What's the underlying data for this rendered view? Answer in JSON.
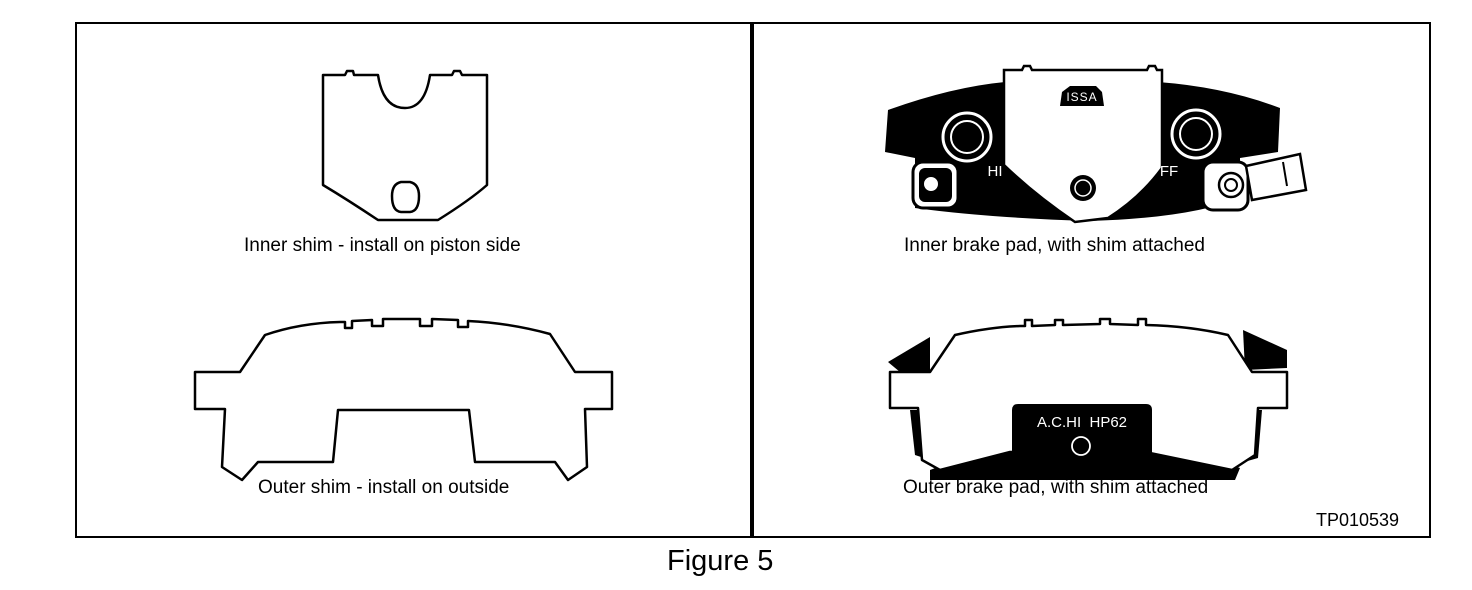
{
  "figure": {
    "title": "Figure 5",
    "code": "TP010539"
  },
  "panels": {
    "inner_shim": {
      "caption": "Inner shim - install on piston side"
    },
    "outer_shim": {
      "caption": "Outer shim - install on outside"
    },
    "inner_pad": {
      "caption": "Inner brake pad, with shim attached",
      "marks": {
        "top": "ISSA",
        "left": "HI",
        "right": "FF"
      }
    },
    "outer_pad": {
      "caption": "Outer brake pad, with shim attached",
      "marks": {
        "label": "A.C.HI  HP62"
      }
    }
  },
  "colors": {
    "ink": "#000000",
    "paper": "#ffffff"
  }
}
